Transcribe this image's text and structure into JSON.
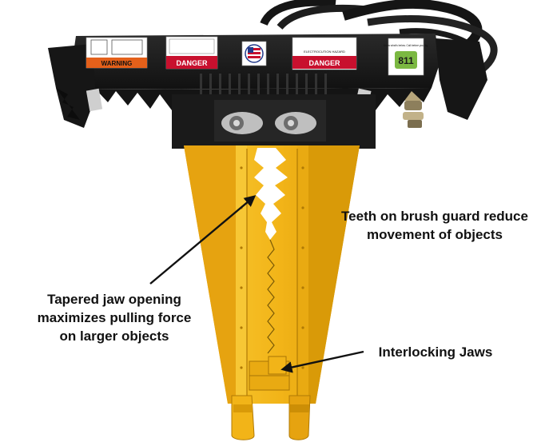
{
  "labels": {
    "teeth_callout": [
      "Teeth on brush guard reduce",
      "movement of objects"
    ],
    "taper_callout": [
      "Tapered jaw opening",
      "maximizes pulling force",
      "on larger objects"
    ],
    "jaws_callout": [
      "Interlocking Jaws"
    ]
  },
  "decals": {
    "warning": "WARNING",
    "danger_left": "DANGER",
    "danger_right": "DANGER",
    "danger_right_sub": "ELECTROCUTION HAZARD",
    "call_811_text": "Know what's below. Call before you dig.",
    "call_811_badge": "811"
  },
  "colors": {
    "jaw_yellow": "#f2b418",
    "jaw_yellow_dark": "#c98d06",
    "steel_black": "#1b1b1b",
    "decal_red": "#c8102e",
    "decal_orange": "#e4601a",
    "badge_green": "#7bb842"
  },
  "icons": [
    "usa-flag-seal-icon",
    "hydraulic-coupler-icon",
    "pivot-bolt-icon"
  ]
}
